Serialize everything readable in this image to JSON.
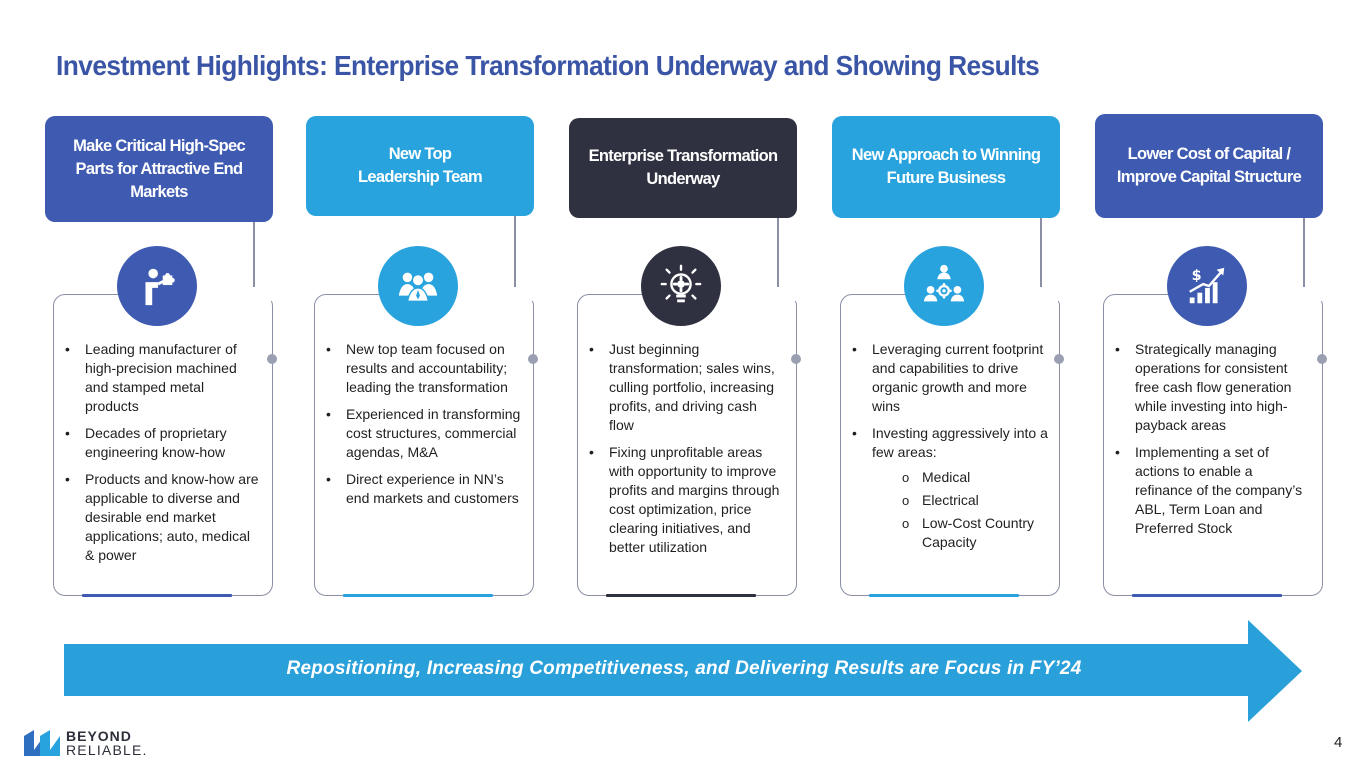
{
  "title": "Investment Highlights: Enterprise Transformation Underway and Showing Results",
  "colors": {
    "title": "#3a55a5",
    "royal_blue": "#3f5bb1",
    "sky_blue": "#29a3de",
    "charcoal": "#2f3140",
    "banner": "#2aa0da"
  },
  "columns": [
    {
      "heading": "Make Critical High-Spec\nParts for Attractive End\nMarkets",
      "icon": "person-puzzle-icon",
      "bullets": [
        "Leading manufacturer of high-precision machined and stamped metal products",
        "Decades of proprietary engineering know-how",
        "Products and know-how are applicable to diverse and desirable end market applications; auto, medical & power"
      ]
    },
    {
      "heading": "New Top\nLeadership Team",
      "icon": "team-icon",
      "bullets": [
        "New top team focused on results and accountability; leading the transformation",
        "Experienced in transforming cost structures, commercial agendas, M&A",
        "Direct experience in NN’s end markets and customers"
      ]
    },
    {
      "heading": "Enterprise Transformation\nUnderway",
      "icon": "lightbulb-gear-icon",
      "bullets": [
        "Just beginning transformation; sales wins, culling portfolio, increasing profits, and driving cash flow",
        "Fixing unprofitable areas with opportunity to improve profits and margins through cost optimization, price clearing initiatives, and better utilization"
      ]
    },
    {
      "heading": "New Approach to Winning\nFuture Business",
      "icon": "network-people-icon",
      "bullets": [
        "Leveraging current footprint and capabilities to drive organic growth and more wins",
        "Investing aggressively into a few areas:"
      ],
      "sub_bullets": [
        "Medical",
        "Electrical",
        "Low-Cost Country Capacity"
      ]
    },
    {
      "heading": "Lower Cost of Capital /\nImprove Capital Structure",
      "icon": "growth-chart-dollar-icon",
      "bullets": [
        "Strategically managing operations for consistent free cash flow generation while investing into high-payback areas",
        "Implementing a set of actions to enable a refinance of the company’s ABL, Term Loan and Preferred Stock"
      ]
    }
  ],
  "banner_text": "Repositioning, Increasing Competitiveness, and Delivering Results are Focus in FY’24",
  "logo": {
    "line1": "BEYOND",
    "line2": "RELIABLE."
  },
  "page_number": "4"
}
